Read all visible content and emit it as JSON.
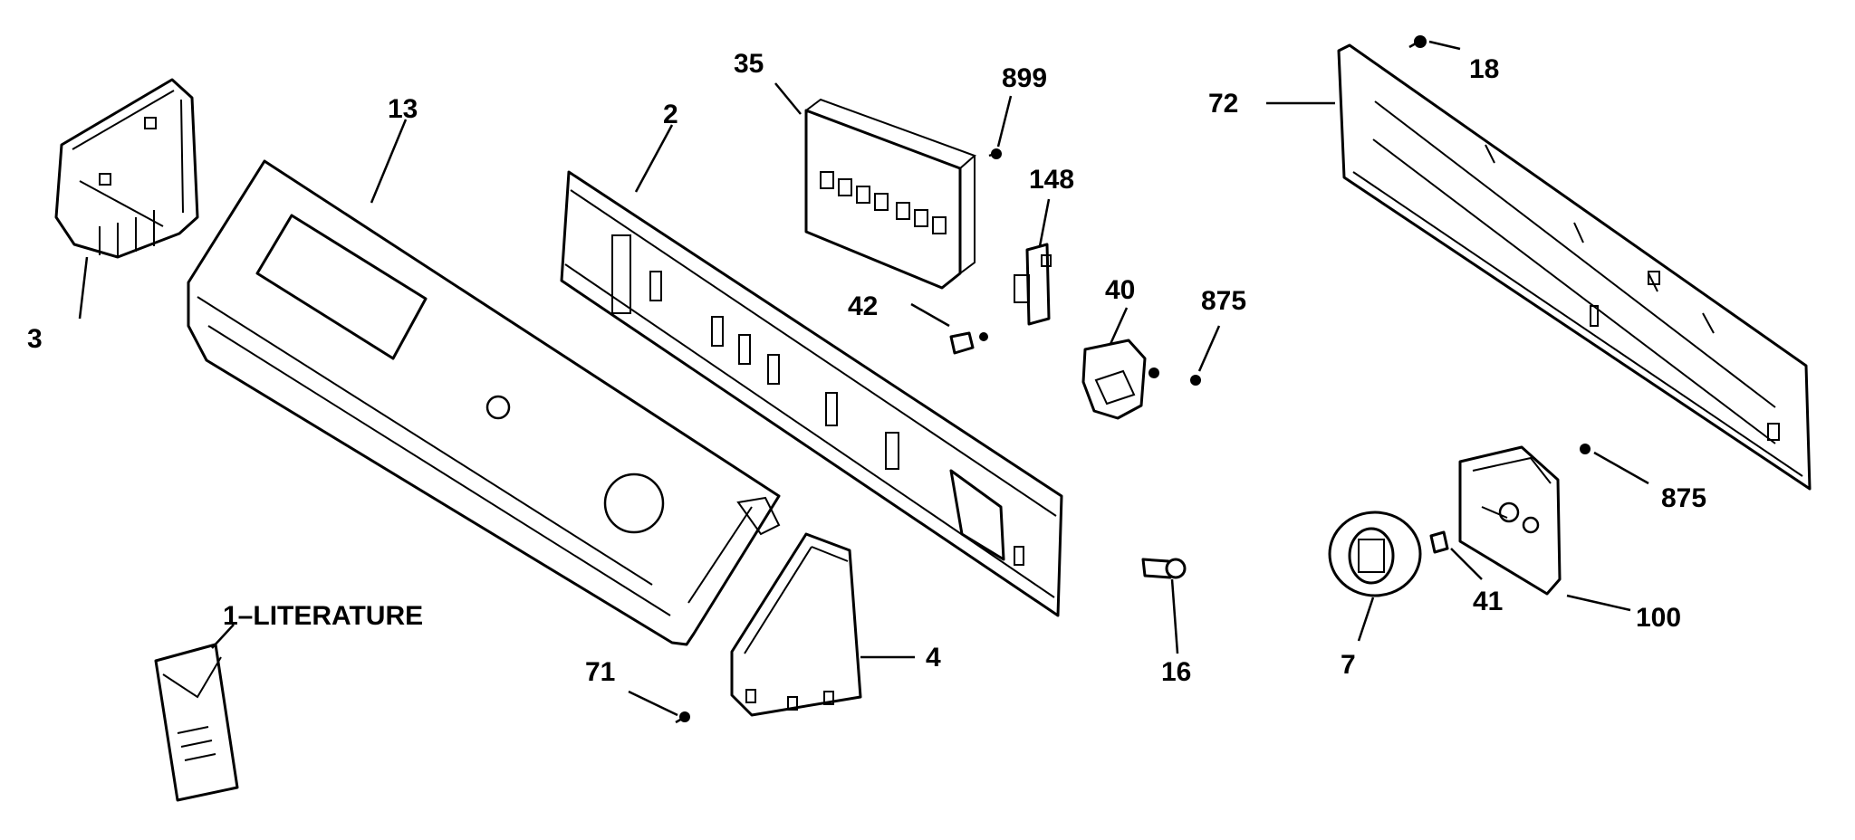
{
  "callouts": {
    "c1_literature": "1–LITERATURE",
    "c2": "2",
    "c3": "3",
    "c4": "4",
    "c7": "7",
    "c13": "13",
    "c16": "16",
    "c18": "18",
    "c35": "35",
    "c40": "40",
    "c41": "41",
    "c42": "42",
    "c71": "71",
    "c72": "72",
    "c100": "100",
    "c148": "148",
    "c875a": "875",
    "c875b": "875",
    "c899": "899"
  }
}
